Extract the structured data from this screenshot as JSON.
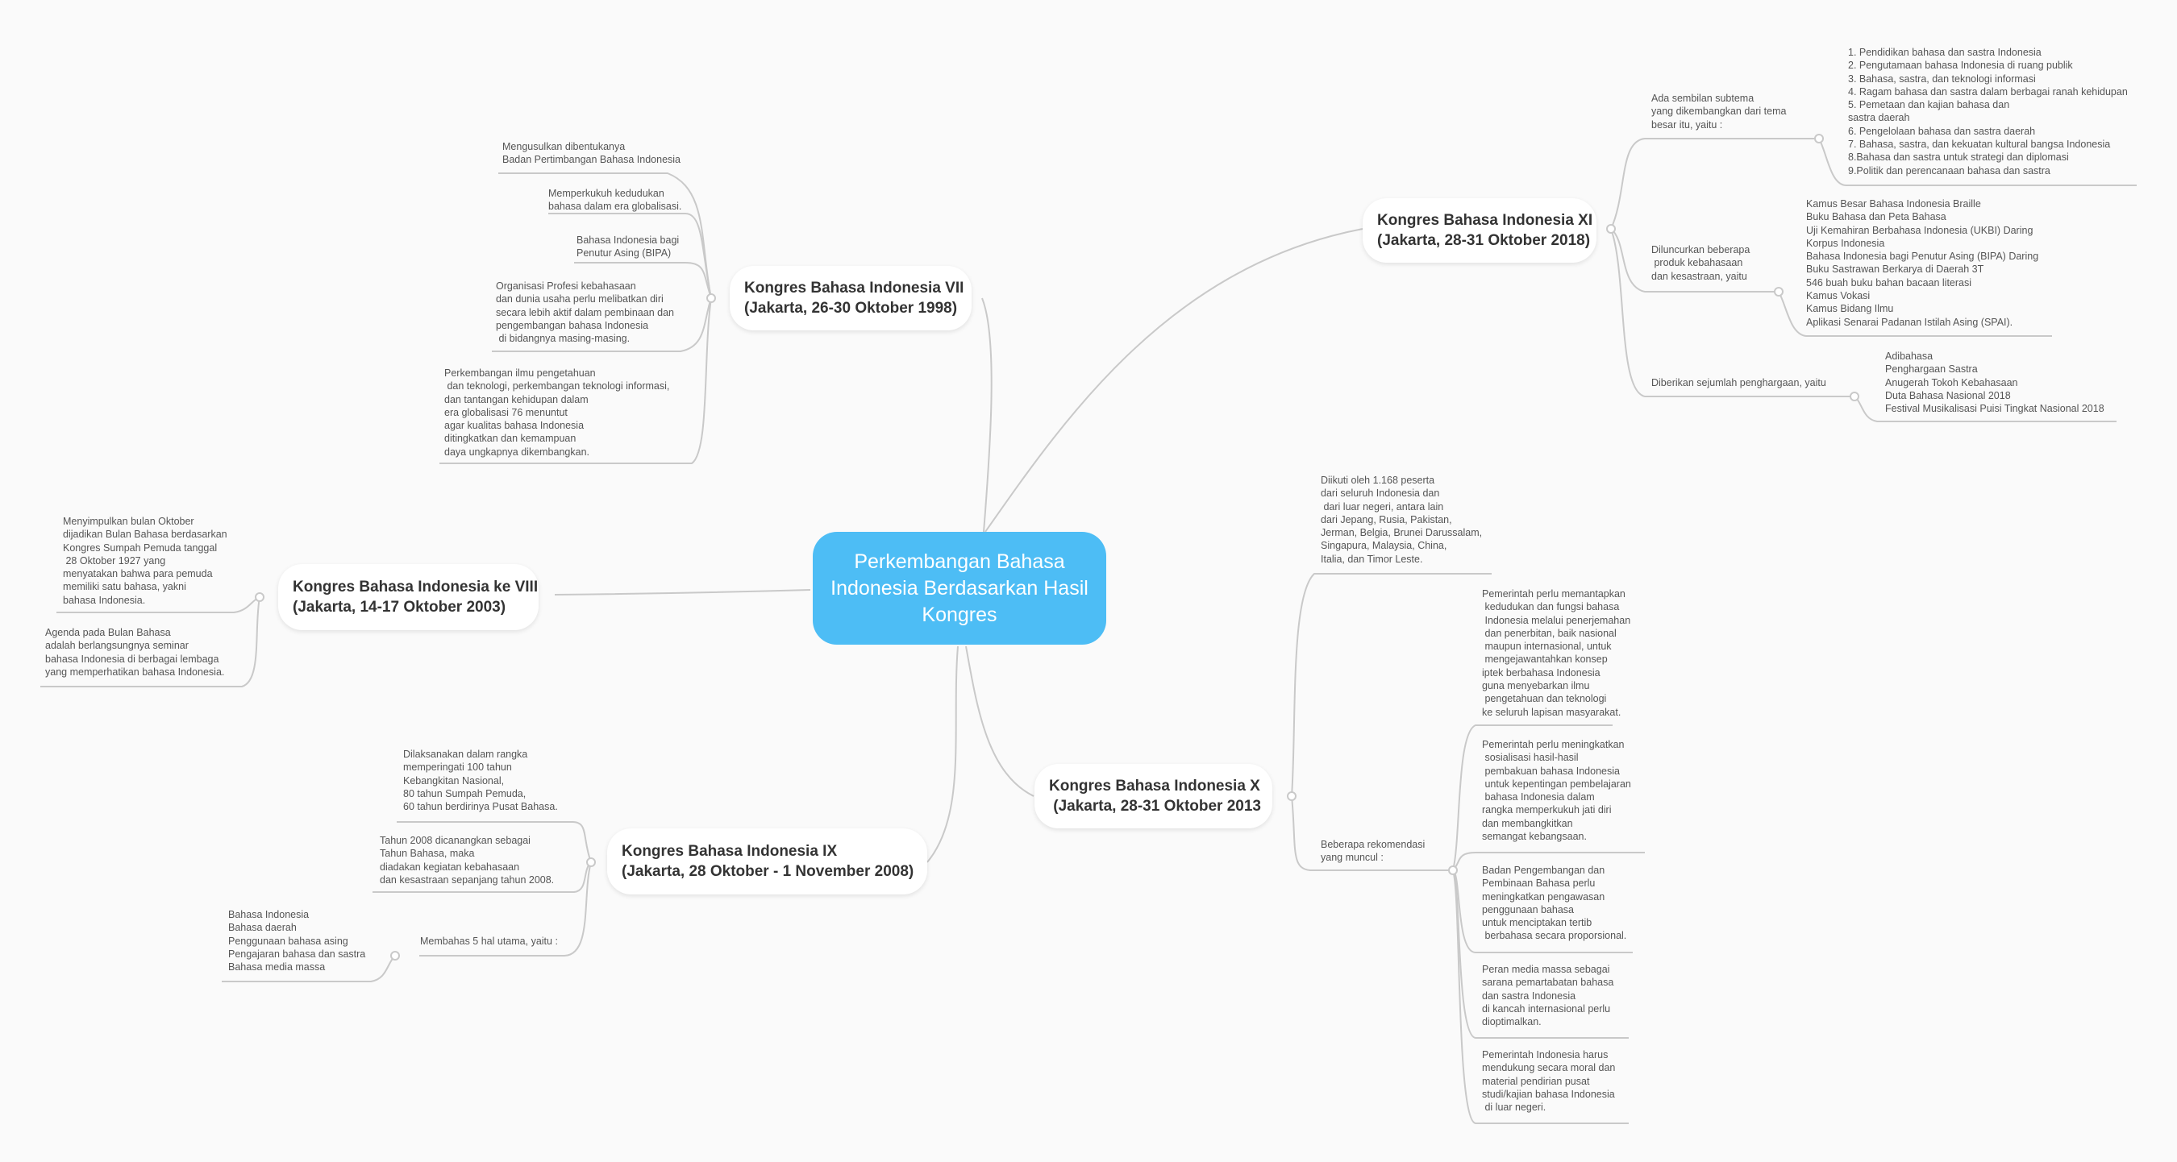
{
  "central": "Perkembangan Bahasa\nIndonesia Berdasarkan Hasil\nKongres",
  "branches": {
    "vii": {
      "title": "Kongres Bahasa Indonesia VII\n(Jakarta, 26-30 Oktober 1998)",
      "items": [
        "Mengusulkan dibentukanya\nBadan Pertimbangan Bahasa Indonesia",
        "Memperkukuh kedudukan\nbahasa dalam era globalisasi.",
        "Bahasa Indonesia bagi\nPenutur Asing (BIPA)",
        "Organisasi Profesi kebahasaan\ndan dunia usaha perlu melibatkan diri\nsecara lebih aktif dalam pembinaan dan\npengembangan bahasa Indonesia\n di bidangnya masing-masing.",
        "Perkembangan ilmu pengetahuan\n dan teknologi, perkembangan teknologi informasi,\ndan tantangan kehidupan dalam\nera globalisasi 76 menuntut\nagar kualitas bahasa Indonesia\nditingkatkan dan kemampuan\ndaya ungkapnya dikembangkan."
      ]
    },
    "viii": {
      "title": "Kongres Bahasa Indonesia ke VIII\n(Jakarta, 14-17 Oktober 2003)",
      "items": [
        "Menyimpulkan bulan Oktober\ndijadikan Bulan Bahasa berdasarkan\nKongres Sumpah Pemuda tanggal\n 28 Oktober 1927 yang\nmenyatakan bahwa para pemuda\nmemiliki satu bahasa, yakni\nbahasa Indonesia.",
        "Agenda pada Bulan Bahasa\nadalah berlangsungnya seminar\nbahasa Indonesia di berbagai lembaga\nyang memperhatikan bahasa Indonesia."
      ]
    },
    "ix": {
      "title": "Kongres Bahasa Indonesia IX\n(Jakarta, 28 Oktober - 1 November 2008)",
      "items": [
        "Dilaksanakan dalam rangka\nmemperingati 100 tahun\nKebangkitan Nasional,\n80 tahun Sumpah Pemuda,\n60 tahun berdirinya Pusat Bahasa.",
        "Tahun 2008 dicanangkan sebagai\nTahun Bahasa, maka\ndiadakan kegiatan kebahasaan\ndan kesastraan sepanjang tahun 2008.",
        "Membahas 5 hal utama, yaitu :"
      ],
      "sub": "Bahasa Indonesia\nBahasa daerah\nPenggunaan bahasa asing\nPengajaran bahasa dan sastra\nBahasa media massa"
    },
    "x": {
      "title": "Kongres Bahasa Indonesia X\n (Jakarta, 28-31 Oktober 2013",
      "items": [
        "Diikuti oleh 1.168 peserta\ndari seluruh Indonesia dan\n dari luar negeri, antara lain\ndari Jepang, Rusia, Pakistan,\nJerman, Belgia, Brunei Darussalam,\nSingapura, Malaysia, China,\nItalia, dan Timor Leste.",
        "Beberapa rekomendasi\nyang muncul :"
      ],
      "subs": [
        "Pemerintah perlu memantapkan\n kedudukan dan fungsi bahasa\n Indonesia melalui penerjemahan\n dan penerbitan, baik nasional\n maupun internasional, untuk\n mengejawantahkan konsep\niptek berbahasa Indonesia\nguna menyebarkan ilmu\n pengetahuan dan teknologi\nke seluruh lapisan masyarakat.",
        "Pemerintah perlu meningkatkan\n sosialisasi hasil-hasil\n pembakuan bahasa Indonesia\n untuk kepentingan pembelajaran\n bahasa Indonesia dalam\nrangka memperkukuh jati diri\ndan membangkitkan\nsemangat kebangsaan.",
        "Badan Pengembangan dan\nPembinaan Bahasa perlu\nmeningkatkan pengawasan\npenggunaan bahasa\nuntuk menciptakan tertib\n berbahasa secara proporsional.",
        "Peran media massa sebagai\nsarana pemartabatan bahasa\ndan sastra Indonesia\ndi kancah internasional perlu\ndioptimalkan.",
        "Pemerintah Indonesia harus\nmendukung secara moral dan\nmaterial pendirian pusat\nstudi/kajian bahasa Indonesia\n di luar negeri."
      ]
    },
    "xi": {
      "title": "Kongres Bahasa Indonesia XI\n(Jakarta, 28-31 Oktober 2018)",
      "items": [
        "Ada sembilan subtema\nyang dikembangkan dari tema\nbesar itu, yaitu :",
        "Diluncurkan beberapa\n produk kebahasaan\ndan kesastraan, yaitu",
        "Diberikan sejumlah penghargaan, yaitu"
      ],
      "subs": [
        "1. Pendidikan bahasa dan sastra Indonesia\n2. Pengutamaan bahasa Indonesia di ruang publik\n3. Bahasa, sastra, dan teknologi informasi\n4. Ragam bahasa dan sastra dalam berbagai ranah kehidupan\n5. Pemetaan dan kajian bahasa dan\nsastra daerah\n6. Pengelolaan bahasa dan sastra daerah\n7. Bahasa, sastra, dan kekuatan kultural bangsa Indonesia\n8.Bahasa dan sastra untuk strategi dan diplomasi\n9.Politik dan perencanaan bahasa dan sastra",
        "Kamus Besar Bahasa Indonesia Braille\nBuku Bahasa dan Peta Bahasa\nUji Kemahiran Berbahasa Indonesia (UKBI) Daring\nKorpus Indonesia\nBahasa Indonesia bagi Penutur Asing (BIPA) Daring\nBuku Sastrawan Berkarya di Daerah 3T\n546 buah buku bahan bacaan literasi\nKamus Vokasi\nKamus Bidang Ilmu\nAplikasi Senarai Padanan Istilah Asing (SPAI).",
        "Adibahasa\nPenghargaan Sastra\nAnugerah Tokoh Kebahasaan\nDuta Bahasa Nasional 2018\nFestival Musikalisasi Puisi Tingkat Nasional 2018"
      ]
    }
  }
}
